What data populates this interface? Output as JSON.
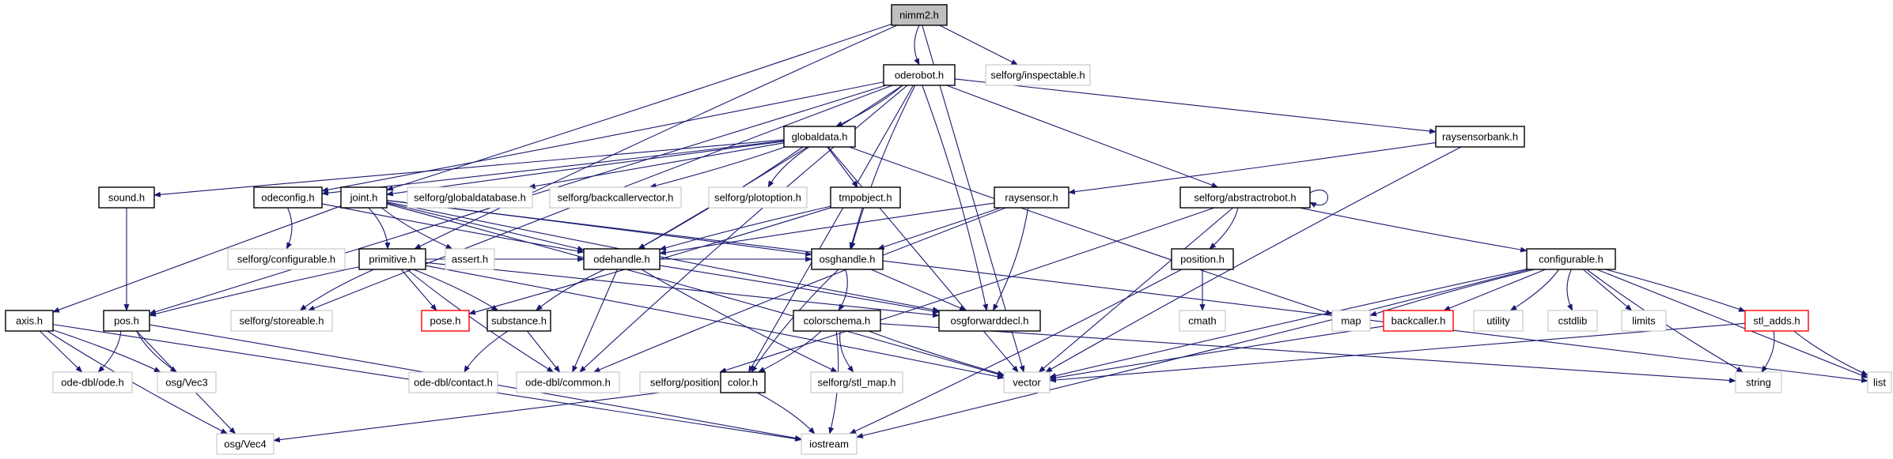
{
  "graph": {
    "nodes": [
      {
        "id": "nimm2",
        "label": "nimm2.h",
        "style": "root"
      },
      {
        "id": "inspectable",
        "label": "selforg/inspectable.h",
        "style": "external"
      },
      {
        "id": "oderobot",
        "label": "oderobot.h",
        "style": "normal"
      },
      {
        "id": "globaldata",
        "label": "globaldata.h",
        "style": "normal"
      },
      {
        "id": "raysensorbank",
        "label": "raysensorbank.h",
        "style": "normal"
      },
      {
        "id": "sound",
        "label": "sound.h",
        "style": "normal"
      },
      {
        "id": "odeconfig",
        "label": "odeconfig.h",
        "style": "normal"
      },
      {
        "id": "joint",
        "label": "joint.h",
        "style": "normal"
      },
      {
        "id": "globaldatabase",
        "label": "selforg/globaldatabase.h",
        "style": "external"
      },
      {
        "id": "backcallervector",
        "label": "selforg/backcallervector.h",
        "style": "external"
      },
      {
        "id": "plotoption",
        "label": "selforg/plotoption.h",
        "style": "external"
      },
      {
        "id": "tmpobject",
        "label": "tmpobject.h",
        "style": "normal"
      },
      {
        "id": "raysensor",
        "label": "raysensor.h",
        "style": "normal"
      },
      {
        "id": "abstractrobot",
        "label": "selforg/abstractrobot.h",
        "style": "normal"
      },
      {
        "id": "configurable_sf",
        "label": "selforg/configurable.h",
        "style": "external"
      },
      {
        "id": "primitive",
        "label": "primitive.h",
        "style": "normal"
      },
      {
        "id": "assert",
        "label": "assert.h",
        "style": "external"
      },
      {
        "id": "odehandle",
        "label": "odehandle.h",
        "style": "normal"
      },
      {
        "id": "osghandle",
        "label": "osghandle.h",
        "style": "normal"
      },
      {
        "id": "position",
        "label": "position.h",
        "style": "normal"
      },
      {
        "id": "configurable",
        "label": "configurable.h",
        "style": "normal"
      },
      {
        "id": "axis",
        "label": "axis.h",
        "style": "normal"
      },
      {
        "id": "pos",
        "label": "pos.h",
        "style": "normal"
      },
      {
        "id": "storeable",
        "label": "selforg/storeable.h",
        "style": "external"
      },
      {
        "id": "pose",
        "label": "pose.h",
        "style": "red"
      },
      {
        "id": "substance",
        "label": "substance.h",
        "style": "normal"
      },
      {
        "id": "colorschema",
        "label": "colorschema.h",
        "style": "normal"
      },
      {
        "id": "osgforwarddecl",
        "label": "osgforwarddecl.h",
        "style": "normal"
      },
      {
        "id": "cmath",
        "label": "cmath",
        "style": "external"
      },
      {
        "id": "map",
        "label": "map",
        "style": "external"
      },
      {
        "id": "backcaller",
        "label": "backcaller.h",
        "style": "red"
      },
      {
        "id": "utility",
        "label": "utility",
        "style": "external"
      },
      {
        "id": "cstdlib",
        "label": "cstdlib",
        "style": "external"
      },
      {
        "id": "limits",
        "label": "limits",
        "style": "external"
      },
      {
        "id": "stl_adds",
        "label": "stl_adds.h",
        "style": "red"
      },
      {
        "id": "list",
        "label": "list",
        "style": "external"
      },
      {
        "id": "odedbl_ode",
        "label": "ode-dbl/ode.h",
        "style": "external"
      },
      {
        "id": "osg_vec3",
        "label": "osg/Vec3",
        "style": "external"
      },
      {
        "id": "odedbl_contact",
        "label": "ode-dbl/contact.h",
        "style": "external"
      },
      {
        "id": "odedbl_common",
        "label": "ode-dbl/common.h",
        "style": "external"
      },
      {
        "id": "sf_position",
        "label": "selforg/position.h",
        "style": "external"
      },
      {
        "id": "color",
        "label": "color.h",
        "style": "normal"
      },
      {
        "id": "stl_map",
        "label": "selforg/stl_map.h",
        "style": "external"
      },
      {
        "id": "vector",
        "label": "vector",
        "style": "external"
      },
      {
        "id": "string",
        "label": "string",
        "style": "external"
      },
      {
        "id": "osg_vec4",
        "label": "osg/Vec4",
        "style": "external"
      },
      {
        "id": "iostream",
        "label": "iostream",
        "style": "external"
      }
    ],
    "edges": [
      [
        "nimm2",
        "oderobot"
      ],
      [
        "nimm2",
        "inspectable"
      ],
      [
        "nimm2",
        "joint"
      ],
      [
        "nimm2",
        "primitive"
      ],
      [
        "nimm2",
        "vector"
      ],
      [
        "oderobot",
        "globaldata"
      ],
      [
        "oderobot",
        "raysensorbank"
      ],
      [
        "oderobot",
        "pos"
      ],
      [
        "oderobot",
        "odeconfig"
      ],
      [
        "oderobot",
        "storeable"
      ],
      [
        "oderobot",
        "abstractrobot"
      ],
      [
        "oderobot",
        "odehandle"
      ],
      [
        "oderobot",
        "osghandle"
      ],
      [
        "oderobot",
        "color"
      ],
      [
        "oderobot",
        "osgforwarddecl"
      ],
      [
        "oderobot",
        "odedbl_common"
      ],
      [
        "globaldata",
        "sound"
      ],
      [
        "globaldata",
        "odeconfig"
      ],
      [
        "globaldata",
        "joint"
      ],
      [
        "globaldata",
        "globaldatabase"
      ],
      [
        "globaldata",
        "backcallervector"
      ],
      [
        "globaldata",
        "plotoption"
      ],
      [
        "globaldata",
        "tmpobject"
      ],
      [
        "globaldata",
        "odehandle"
      ],
      [
        "globaldata",
        "map"
      ],
      [
        "globaldata",
        "vector"
      ],
      [
        "raysensorbank",
        "raysensor"
      ],
      [
        "raysensorbank",
        "vector"
      ],
      [
        "sound",
        "pos"
      ],
      [
        "odeconfig",
        "configurable_sf"
      ],
      [
        "odeconfig",
        "odehandle"
      ],
      [
        "joint",
        "axis"
      ],
      [
        "joint",
        "primitive"
      ],
      [
        "joint",
        "assert"
      ],
      [
        "joint",
        "odehandle"
      ],
      [
        "joint",
        "osghandle"
      ],
      [
        "joint",
        "osgforwarddecl"
      ],
      [
        "joint",
        "list"
      ],
      [
        "joint",
        "vector"
      ],
      [
        "tmpobject",
        "odehandle"
      ],
      [
        "tmpobject",
        "osghandle"
      ],
      [
        "tmpobject",
        "pose"
      ],
      [
        "raysensor",
        "odehandle"
      ],
      [
        "raysensor",
        "osghandle"
      ],
      [
        "raysensor",
        "osgforwarddecl"
      ],
      [
        "raysensor",
        "odedbl_common"
      ],
      [
        "abstractrobot",
        "abstractrobot"
      ],
      [
        "abstractrobot",
        "position"
      ],
      [
        "abstractrobot",
        "configurable"
      ],
      [
        "abstractrobot",
        "vector"
      ],
      [
        "abstractrobot",
        "sf_position"
      ],
      [
        "primitive",
        "pos"
      ],
      [
        "primitive",
        "pose"
      ],
      [
        "primitive",
        "substance"
      ],
      [
        "primitive",
        "storeable"
      ],
      [
        "primitive",
        "odehandle"
      ],
      [
        "primitive",
        "osghandle"
      ],
      [
        "primitive",
        "odedbl_common"
      ],
      [
        "primitive",
        "osgforwarddecl"
      ],
      [
        "primitive",
        "vector"
      ],
      [
        "odehandle",
        "substance"
      ],
      [
        "odehandle",
        "odedbl_common"
      ],
      [
        "odehandle",
        "osgforwarddecl"
      ],
      [
        "odehandle",
        "stl_map"
      ],
      [
        "osghandle",
        "osgforwarddecl"
      ],
      [
        "osghandle",
        "colorschema"
      ],
      [
        "osghandle",
        "color"
      ],
      [
        "position",
        "cmath"
      ],
      [
        "position",
        "iostream"
      ],
      [
        "configurable",
        "map"
      ],
      [
        "configurable",
        "backcaller"
      ],
      [
        "configurable",
        "utility"
      ],
      [
        "configurable",
        "cstdlib"
      ],
      [
        "configurable",
        "limits"
      ],
      [
        "configurable",
        "stl_adds"
      ],
      [
        "configurable",
        "string"
      ],
      [
        "configurable",
        "list"
      ],
      [
        "configurable",
        "iostream"
      ],
      [
        "configurable",
        "vector"
      ],
      [
        "axis",
        "odedbl_ode"
      ],
      [
        "axis",
        "osg_vec3"
      ],
      [
        "axis",
        "osg_vec4"
      ],
      [
        "axis",
        "iostream"
      ],
      [
        "pos",
        "odedbl_ode"
      ],
      [
        "pos",
        "osg_vec3"
      ],
      [
        "pos",
        "osg_vec4"
      ],
      [
        "pos",
        "iostream"
      ],
      [
        "substance",
        "odedbl_contact"
      ],
      [
        "substance",
        "odedbl_common"
      ],
      [
        "colorschema",
        "color"
      ],
      [
        "colorschema",
        "stl_map"
      ],
      [
        "colorschema",
        "string"
      ],
      [
        "colorschema",
        "iostream"
      ],
      [
        "colorschema",
        "vector"
      ],
      [
        "color",
        "osg_vec4"
      ],
      [
        "color",
        "iostream"
      ],
      [
        "backcaller",
        "vector"
      ],
      [
        "stl_adds",
        "vector"
      ],
      [
        "stl_adds",
        "string"
      ],
      [
        "stl_adds",
        "list"
      ]
    ]
  },
  "colors": {
    "edge": "#191970",
    "normal_border": "#000000",
    "external_border": "#bfbfbf",
    "red_border": "#ff0000",
    "root_fill": "#bfbfbf",
    "text": "#000000"
  }
}
